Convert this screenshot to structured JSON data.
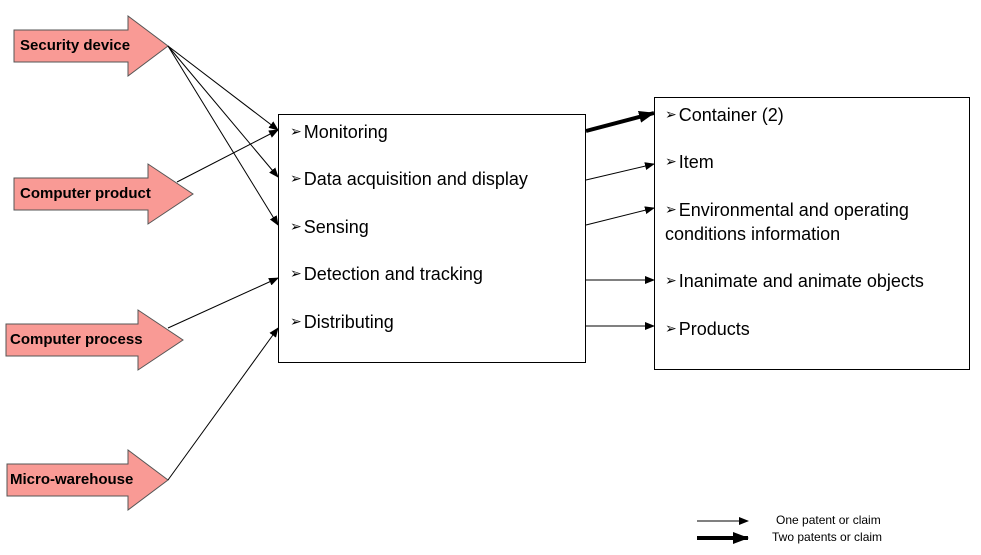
{
  "colors": {
    "source_fill": "#f99a95",
    "source_stroke": "#555555",
    "line": "#000000"
  },
  "sources": [
    {
      "id": "security-device",
      "label": "Security device"
    },
    {
      "id": "computer-product",
      "label": "Computer product"
    },
    {
      "id": "computer-process",
      "label": "Computer process"
    },
    {
      "id": "micro-warehouse",
      "label": "Micro-warehouse"
    }
  ],
  "middle_box": {
    "bullet": "➢",
    "items": [
      "Monitoring",
      "Data acquisition and display",
      "Sensing",
      "Detection and tracking",
      "Distributing"
    ]
  },
  "right_box": {
    "bullet": "➢",
    "items": [
      {
        "line1": "Container (2)",
        "line2": ""
      },
      {
        "line1": "Item",
        "line2": ""
      },
      {
        "line1": "Environmental and operating",
        "line2": "conditions information"
      },
      {
        "line1": "Inanimate and animate objects",
        "line2": ""
      },
      {
        "line1": "Products",
        "line2": ""
      }
    ]
  },
  "edges_left": [
    {
      "from": "Security device",
      "to": "Monitoring",
      "weight": 1
    },
    {
      "from": "Security device",
      "to": "Data acquisition and display",
      "weight": 1
    },
    {
      "from": "Security device",
      "to": "Sensing",
      "weight": 1
    },
    {
      "from": "Computer product",
      "to": "Monitoring",
      "weight": 1
    },
    {
      "from": "Computer process",
      "to": "Detection and tracking",
      "weight": 1
    },
    {
      "from": "Micro-warehouse",
      "to": "Distributing",
      "weight": 1
    }
  ],
  "edges_right": [
    {
      "to": "Container (2)",
      "weight": 2
    },
    {
      "to": "Item",
      "weight": 1
    },
    {
      "to": "Environmental and operating conditions information",
      "weight": 1
    },
    {
      "to": "Inanimate and animate objects",
      "weight": 1
    },
    {
      "to": "Products",
      "weight": 1
    }
  ],
  "legend": {
    "one": "One patent or claim",
    "two": "Two patents or claim"
  }
}
